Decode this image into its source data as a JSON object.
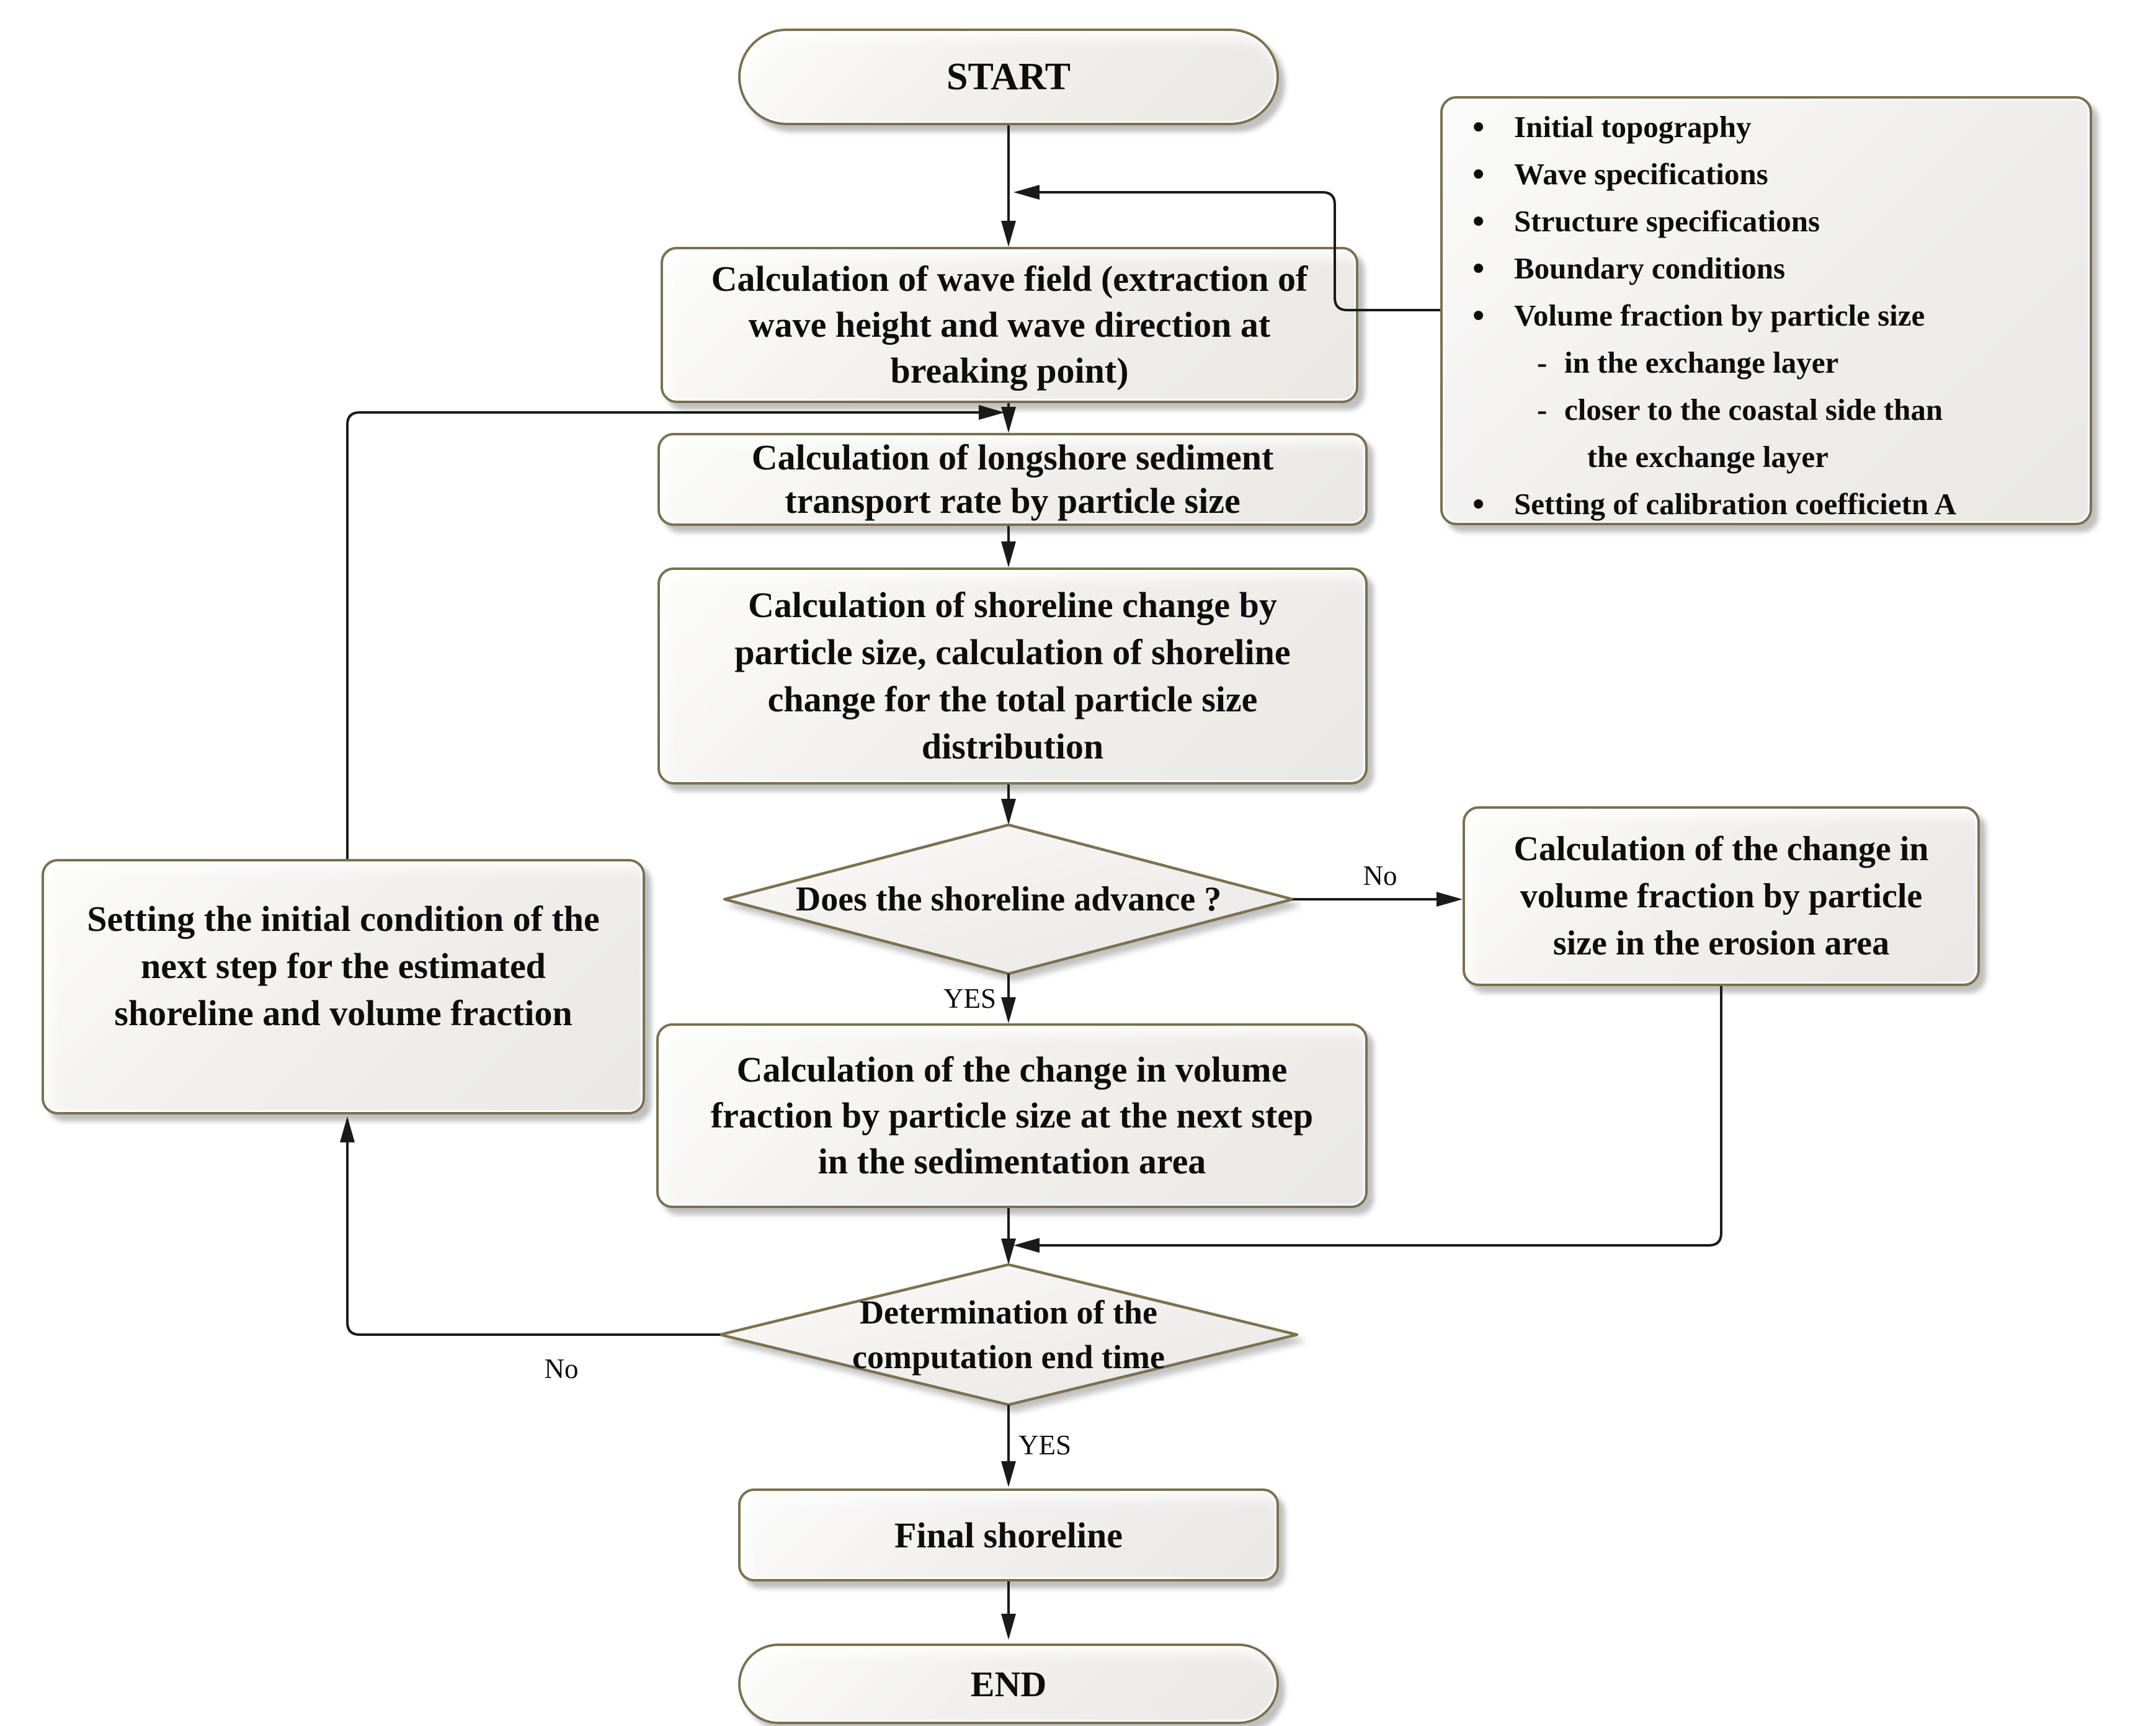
{
  "diagram": {
    "nodes": {
      "start": {
        "label": "START"
      },
      "wave_field": {
        "label": "Calculation of wave field (extraction of\nwave height and wave direction at\nbreaking point)"
      },
      "longshore": {
        "label": "Calculation of longshore sediment\ntransport rate by particle size"
      },
      "shoreline_change": {
        "label": "Calculation of shoreline change by\nparticle size, calculation of shoreline\nchange for the total particle size\ndistribution"
      },
      "advance_decision": {
        "label": "Does the shoreline advance ?"
      },
      "erosion": {
        "label": "Calculation of the change in\nvolume fraction by particle\nsize in the erosion area"
      },
      "sedimentation": {
        "label": "Calculation of the change in volume\nfraction by particle size at the next step\nin the sedimentation area"
      },
      "end_time_decision": {
        "label": "Determination of the\ncomputation end time"
      },
      "initial_condition": {
        "label": "Setting the initial condition of the\nnext step for the estimated\nshoreline and volume fraction"
      },
      "final_shoreline": {
        "label": "Final shoreline"
      },
      "end": {
        "label": "END"
      }
    },
    "inputs_note": {
      "items": [
        {
          "level": 0,
          "text": "Initial topography"
        },
        {
          "level": 0,
          "text": "Wave specifications"
        },
        {
          "level": 0,
          "text": "Structure specifications"
        },
        {
          "level": 0,
          "text": "Boundary conditions"
        },
        {
          "level": 0,
          "text": "Volume fraction by particle size"
        },
        {
          "level": 1,
          "text": "in the exchange layer"
        },
        {
          "level": 1,
          "text": "closer to the coastal side than\n   the exchange layer"
        },
        {
          "level": 0,
          "text": "Setting of calibration coefficietn A"
        }
      ]
    },
    "edge_labels": {
      "advance_no": "No",
      "advance_yes": "YES",
      "end_time_no": "No",
      "end_time_yes": "YES"
    },
    "colors": {
      "shape_border": "#7a7150",
      "shape_fill_light": "#fbfbfa",
      "shape_fill_dark": "#e9e8e5",
      "connector": "#1a1a1a",
      "text": "#0d0d0d"
    }
  }
}
